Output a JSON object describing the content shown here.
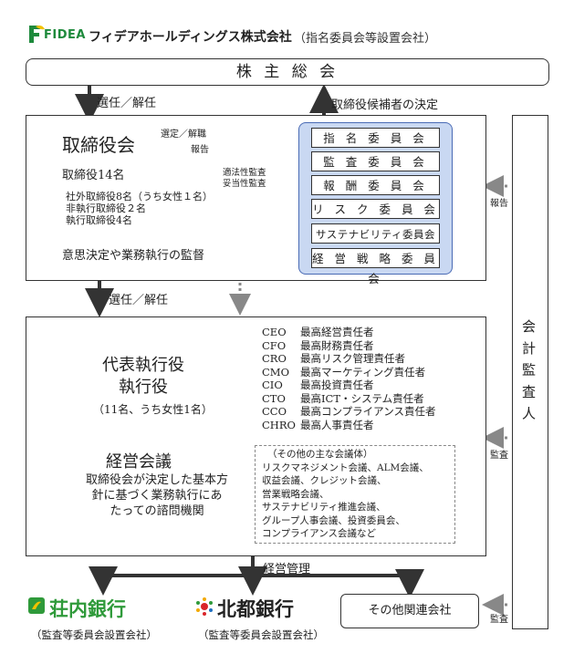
{
  "header": {
    "logo_text": "FIDEA",
    "company_name": "フィデアホールディングス株式会社",
    "company_type": "（指名委員会等設置会社）",
    "brand_color": "#1e8a3c"
  },
  "shareholders_meeting": "株 主 総 会",
  "edges": {
    "appoint_dismiss_top": "選任／解任",
    "director_candidates": "取締役候補者の決定",
    "select_dismiss": "選定／解職",
    "report": "報告",
    "legality_audit": "適法性監査",
    "validity_audit": "妥当性監査",
    "appoint_dismiss_mid": "選任／解任",
    "auditor_report": "報告",
    "auditor_audit_1": "監査",
    "auditor_audit_2": "監査",
    "business_management": "経営管理"
  },
  "board": {
    "title": "取締役会",
    "count": "取締役14名",
    "composition": [
      "社外取締役8名（うち女性１名）",
      "非執行取締役２名",
      "執行取締役4名"
    ],
    "role": "意思決定や業務執行の監督"
  },
  "committees": [
    "指 名 委 員 会",
    "監 査 委 員 会",
    "報 酬 委 員 会",
    "リ ス ク 委 員 会",
    "サステナビリティ委員会",
    "経 営 戦 略 委 員 会"
  ],
  "executives": {
    "title1": "代表執行役",
    "title2": "執行役",
    "count": "（11名、うち女性1名）",
    "roles": [
      {
        "code": "CEO",
        "name": "最高経営責任者"
      },
      {
        "code": "CFO",
        "name": "最高財務責任者"
      },
      {
        "code": "CRO",
        "name": "最高リスク管理責任者"
      },
      {
        "code": "CMO",
        "name": "最高マーケティング責任者"
      },
      {
        "code": "CIO",
        "name": "最高投資責任者"
      },
      {
        "code": "CTO",
        "name": "最高ICT・システム責任者"
      },
      {
        "code": "CCO",
        "name": "最高コンプライアンス責任者"
      },
      {
        "code": "CHRO",
        "name": "最高人事責任者"
      }
    ]
  },
  "management_meeting": {
    "title": "経営会議",
    "desc": [
      "取締役会が決定した基本方",
      "針に基づく業務執行にあ",
      "たっての諮問機関"
    ],
    "other_title": "（その他の主な会議体）",
    "other_list": [
      "リスクマネジメント会議、ALM会議、",
      "収益会議、クレジット会議、",
      "営業戦略会議、",
      "サステナビリティ推進会議、",
      "グループ人事会議、投資委員会、",
      "コンプライアンス会議など"
    ]
  },
  "auditor": "会 計 監 査 人",
  "subsidiaries": {
    "shonai": {
      "name": "荘内銀行",
      "note": "（監査等委員会設置会社）",
      "color": "#2f9a3a"
    },
    "hokuto": {
      "name": "北都銀行",
      "note": "（監査等委員会設置会社）",
      "color": "#d9252a"
    },
    "others": "その他関連会社"
  }
}
